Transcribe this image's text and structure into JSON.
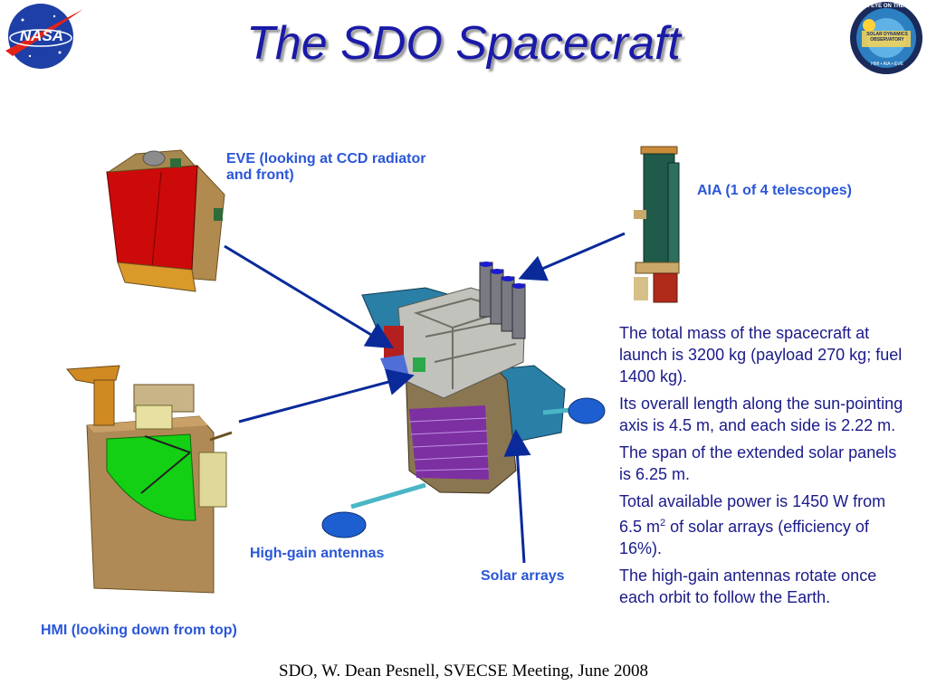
{
  "slide": {
    "title": "The SDO Spacecraft",
    "logos": {
      "nasa": "NASA",
      "sdo_ring": "OUR EYE ON THE SUN",
      "sdo_name": "SOLAR DYNAMICS OBSERVATORY",
      "sdo_instruments": "HMI • AIA • EVE"
    },
    "labels": {
      "eve": "EVE (looking at CCD radiator and front)",
      "aia": "AIA (1 of 4 telescopes)",
      "hmi": "HMI (looking down from top)",
      "high_gain": "High-gain antennas",
      "solar_arrays": "Solar arrays"
    },
    "facts": [
      "The total mass of the spacecraft at launch is 3200 kg (payload 270 kg; fuel 1400 kg).",
      "Its overall length along the sun-pointing axis is 4.5 m, and each side is 2.22 m.",
      "The span of the extended solar panels is 6.25 m.",
      "Total available power is 1450 W from 6.5 m",
      "2",
      " of solar arrays (efficiency of 16%).",
      "The high-gain antennas rotate once each orbit to follow the Earth."
    ],
    "footer": "SDO, W. Dean Pesnell, SVECSE Meeting, June 2008",
    "colors": {
      "title": "#1a1aa8",
      "labels": "#2a56d8",
      "arrows": "#0a2a9a"
    }
  }
}
